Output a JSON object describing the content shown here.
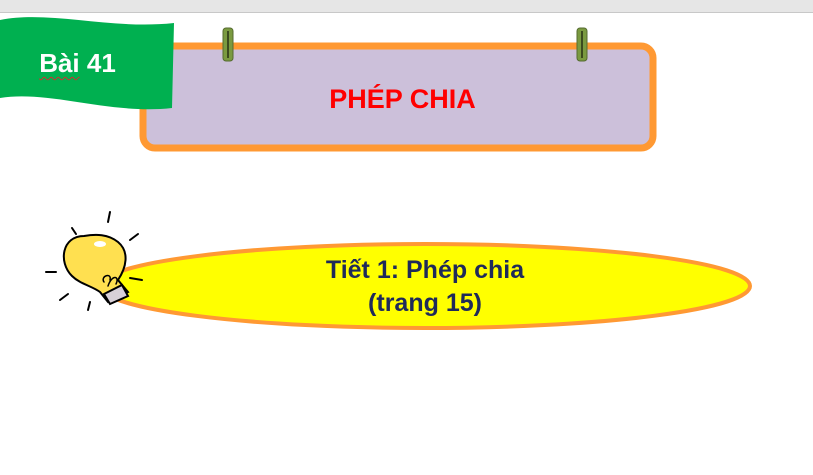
{
  "lesson_badge": {
    "prefix": "Bài",
    "number": "41"
  },
  "title": "PHÉP CHIA",
  "lesson": {
    "line1": "Tiết 1: Phép chia",
    "line2": "(trang 15)"
  },
  "colors": {
    "flag": "#00b050",
    "frame": "#ff9933",
    "panel": "#ccc0da",
    "title": "#ff0000",
    "banner": "#ffff00",
    "lesson_text": "#1f2a5a"
  },
  "icons": [
    "lightbulb-icon",
    "clip-icon"
  ]
}
